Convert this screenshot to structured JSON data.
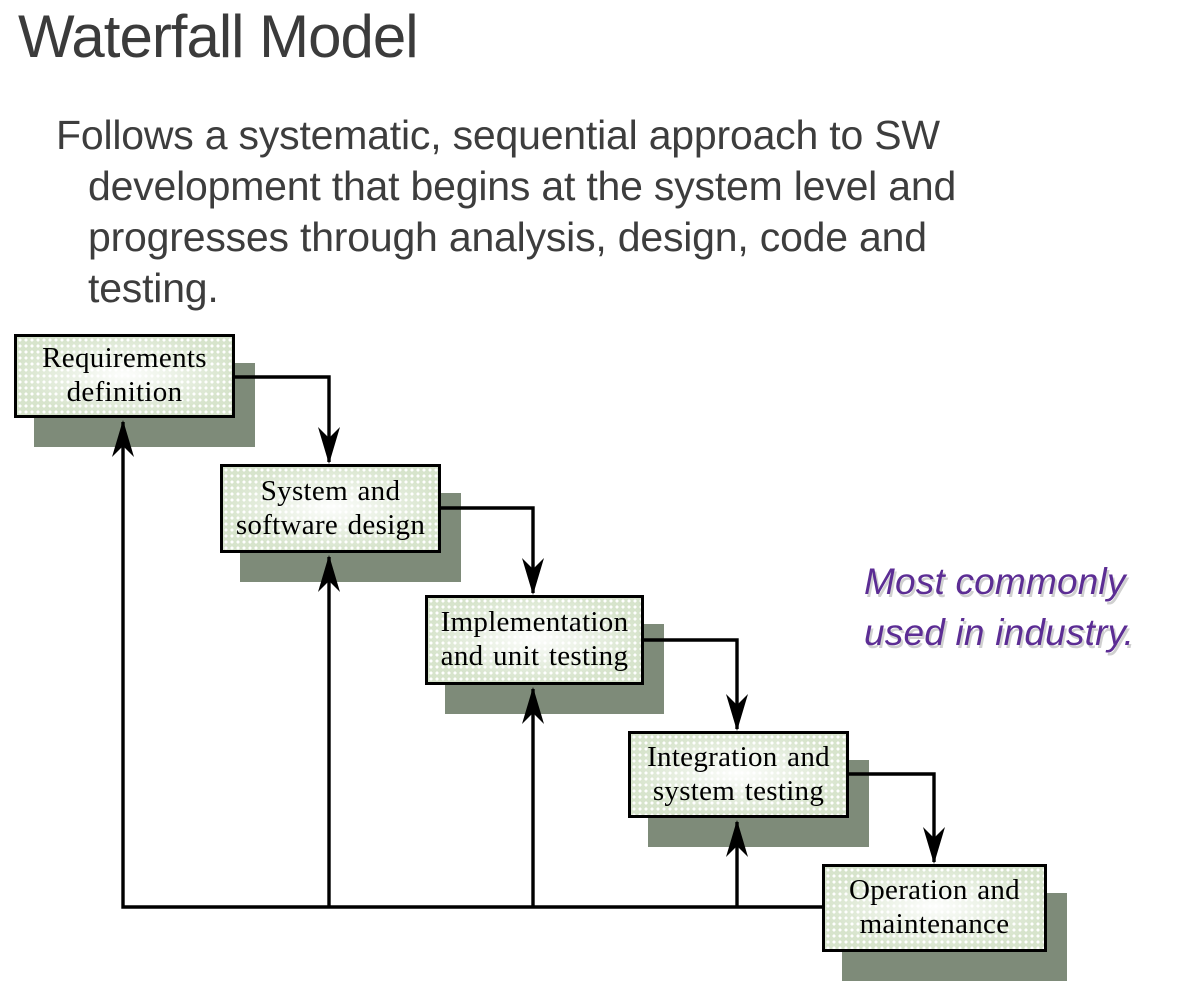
{
  "title": "Waterfall Model",
  "intro": {
    "lines": [
      "Follows a systematic, sequential approach to SW",
      "development that begins at the system level and",
      "progresses through analysis, design, code and",
      "testing."
    ]
  },
  "note": {
    "lines": [
      "Most commonly",
      "used in industry."
    ],
    "color": "#5c2d94"
  },
  "diagram": {
    "type": "flowchart-waterfall",
    "boxes": [
      {
        "id": "requirements",
        "lines": [
          "Requirements",
          "definition"
        ]
      },
      {
        "id": "design",
        "lines": [
          "System and",
          "software design"
        ]
      },
      {
        "id": "implementation",
        "lines": [
          "Implementation",
          "and unit testing"
        ]
      },
      {
        "id": "integration",
        "lines": [
          "Integration and",
          "system testing"
        ]
      },
      {
        "id": "operation",
        "lines": [
          "Operation and",
          "maintenance"
        ]
      }
    ],
    "flow": {
      "forward": "each phase feeds the next (down arrows)",
      "feedback": "bottom rail returns from Operation and maintenance up into every earlier phase (up arrows)"
    },
    "colors": {
      "box_fill": "#d7e4cc",
      "box_dot": "#ffffff",
      "box_border": "#000000",
      "drop_shadow": "#7e8b79",
      "arrow": "#000000",
      "title_text": "#3b3b3b",
      "body_text": "#3d3d3d",
      "note_text": "#5c2d94"
    }
  }
}
